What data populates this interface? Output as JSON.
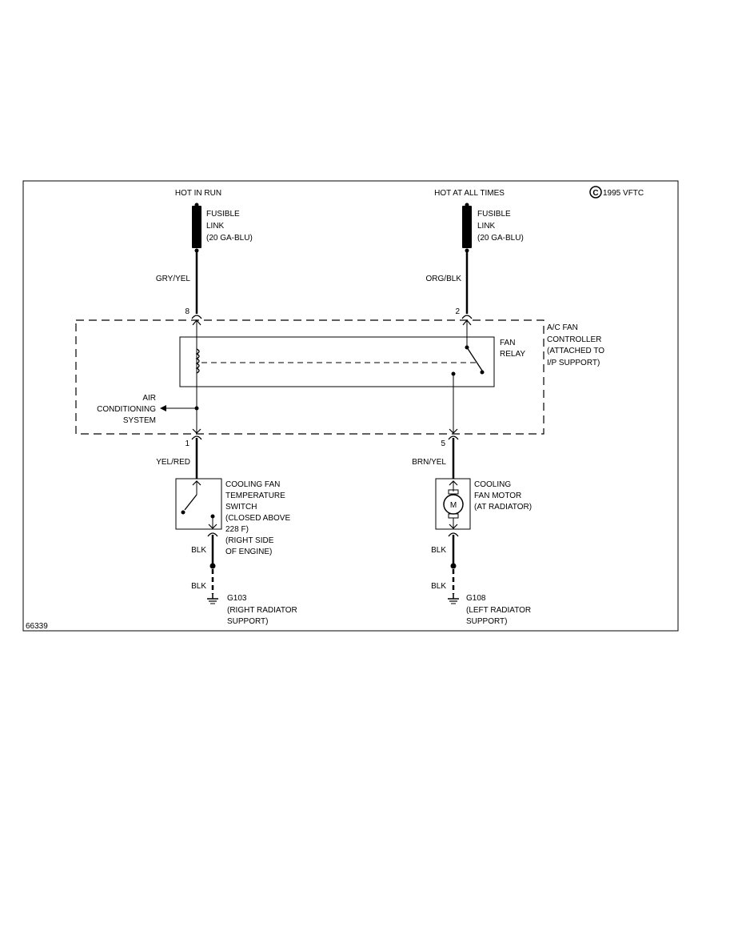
{
  "copyright": "1995 VFTC",
  "copyright_symbol": "C",
  "figure_id": "66339",
  "left_circuit": {
    "power_label": "HOT IN RUN",
    "fuse_lines": [
      "FUSIBLE",
      "LINK",
      "(20 GA-BLU)"
    ],
    "wire_top": "GRY/YEL",
    "pin_top": "8",
    "pin_bottom": "1",
    "wire_bottom": "YEL/RED",
    "switch_lines": [
      "COOLING FAN",
      "TEMPERATURE",
      "SWITCH",
      "(CLOSED ABOVE",
      "228 F)",
      "(RIGHT SIDE",
      "OF ENGINE)"
    ],
    "ground_wire_1": "BLK",
    "ground_wire_2": "BLK",
    "ground_lines": [
      "G103",
      "(RIGHT RADIATOR",
      "SUPPORT)"
    ]
  },
  "right_circuit": {
    "power_label": "HOT AT ALL TIMES",
    "fuse_lines": [
      "FUSIBLE",
      "LINK",
      "(20 GA-BLU)"
    ],
    "wire_top": "ORG/BLK",
    "pin_top": "2",
    "pin_bottom": "5",
    "wire_bottom": "BRN/YEL",
    "motor_symbol": "M",
    "motor_lines": [
      "COOLING",
      "FAN MOTOR",
      "(AT RADIATOR)"
    ],
    "ground_wire_1": "BLK",
    "ground_wire_2": "BLK",
    "ground_lines": [
      "G108",
      "(LEFT RADIATOR",
      "SUPPORT)"
    ]
  },
  "controller": {
    "lines": [
      "A/C FAN",
      "CONTROLLER",
      "(ATTACHED TO",
      "I/P SUPPORT)"
    ],
    "relay_lines": [
      "FAN",
      "RELAY"
    ],
    "ac_lines": [
      "AIR",
      "CONDITIONING",
      "SYSTEM"
    ]
  }
}
